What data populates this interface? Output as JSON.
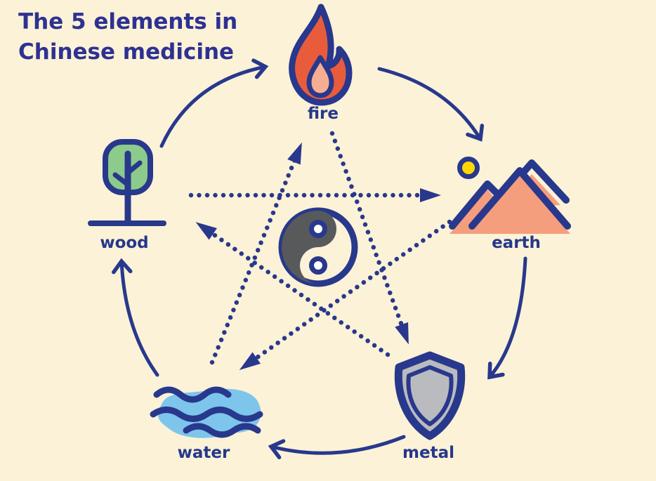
{
  "title": "The 5 elements in Chinese medicine",
  "elements": [
    {
      "id": "fire",
      "label": "fire",
      "icon": "flame-icon",
      "position": "top"
    },
    {
      "id": "earth",
      "label": "earth",
      "icon": "mountains-sun-icon",
      "position": "right"
    },
    {
      "id": "metal",
      "label": "metal",
      "icon": "shield-icon",
      "position": "bottom-right"
    },
    {
      "id": "water",
      "label": "water",
      "icon": "waves-icon",
      "position": "bottom-left"
    },
    {
      "id": "wood",
      "label": "wood",
      "icon": "tree-icon",
      "position": "left"
    }
  ],
  "center": {
    "icon": "yin-yang-icon"
  },
  "cycles": {
    "generating": {
      "style": "solid curved arrows, outer circle, clockwise",
      "sequence": [
        [
          "wood",
          "fire"
        ],
        [
          "fire",
          "earth"
        ],
        [
          "earth",
          "metal"
        ],
        [
          "metal",
          "water"
        ],
        [
          "water",
          "wood"
        ]
      ]
    },
    "controlling": {
      "style": "dotted straight arrows forming inner star",
      "sequence": [
        [
          "wood",
          "earth"
        ],
        [
          "earth",
          "water"
        ],
        [
          "water",
          "fire"
        ],
        [
          "fire",
          "metal"
        ],
        [
          "metal",
          "wood"
        ]
      ]
    }
  },
  "colors": {
    "background": "#FBF2D7",
    "navy": "#28388C",
    "title_navy": "#2E3192",
    "flame_orange": "#E95C3B",
    "flame_inner_peach": "#F6AE92",
    "mountain_salmon": "#F59E7D",
    "sun_yellow": "#FFD803",
    "tree_green": "#8CCB8B",
    "water_blue": "#7EC5EC",
    "metal_gray": "#BABBBF",
    "yin_dark_gray": "#58595B"
  }
}
